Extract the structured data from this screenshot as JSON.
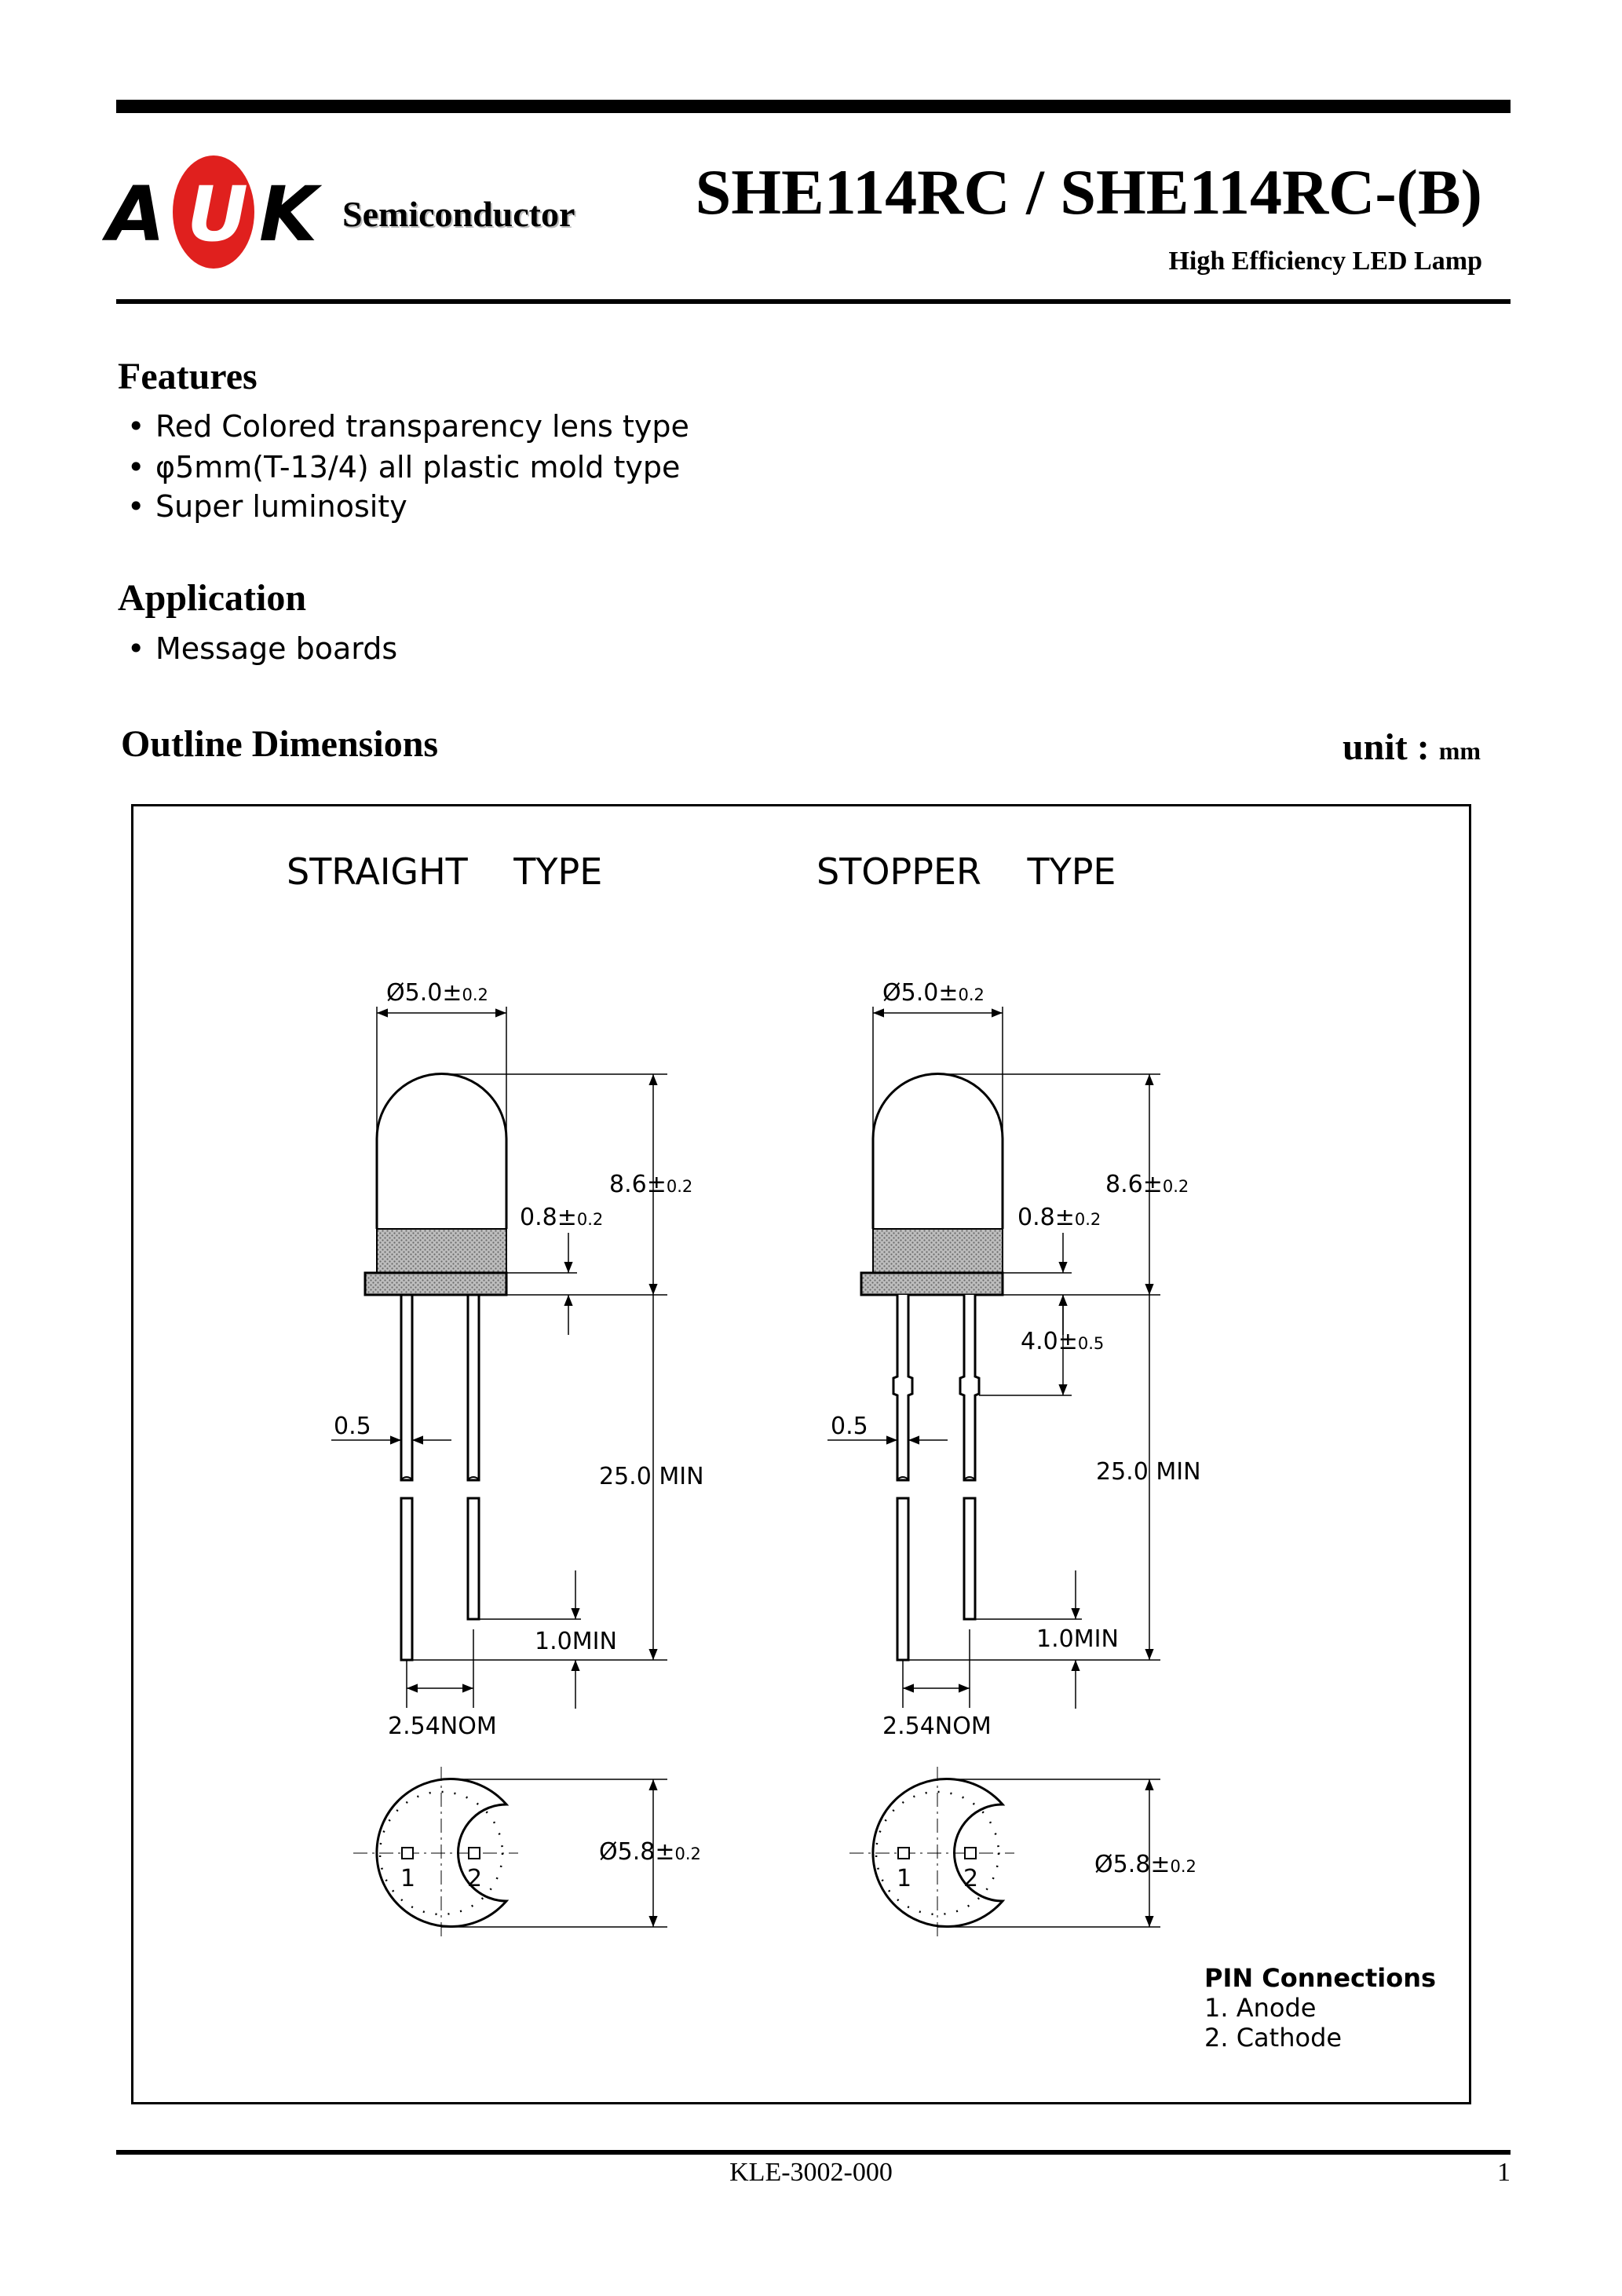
{
  "header": {
    "logo_letters": [
      "A",
      "U",
      "K"
    ],
    "brand_color": "#e0201e",
    "company": "Semiconductor",
    "title": "SHE114RC / SHE114RC-(B)",
    "subtitle": "High Efficiency LED Lamp"
  },
  "features": {
    "heading": "Features",
    "items": [
      "Red Colored transparency lens type",
      "φ5mm(T-13/4) all plastic mold type",
      "Super luminosity"
    ]
  },
  "application": {
    "heading": "Application",
    "items": [
      "Message boards"
    ]
  },
  "outline": {
    "heading": "Outline Dimensions",
    "unit_label": "unit :",
    "unit_value": "mm",
    "straight": {
      "type_label": "STRAIGHT    TYPE",
      "dia_top": "Ø5.0±",
      "tol_02": "0.2",
      "height": "8.6±",
      "flange": "0.8±",
      "lead_width": "0.5",
      "lead_length": "25.0 MIN",
      "lead_tip": "1.0MIN",
      "pitch": "2.54NOM",
      "dia_base": "Ø5.8±",
      "pin1": "1",
      "pin2": "2"
    },
    "stopper": {
      "type_label": "STOPPER    TYPE",
      "dia_top": "Ø5.0±",
      "tol_02": "0.2",
      "height": "8.6±",
      "flange": "0.8±",
      "stopper_pos": "4.0±",
      "tol_05": "0.5",
      "lead_width": "0.5",
      "lead_length": "25.0 MIN",
      "lead_tip": "1.0MIN",
      "pitch": "2.54NOM",
      "dia_base": "Ø5.8±",
      "pin1": "1",
      "pin2": "2"
    },
    "pins": {
      "title": "PIN Connections",
      "items": [
        "1. Anode",
        "2. Cathode"
      ]
    }
  },
  "footer": {
    "doc_code": "KLE-3002-000",
    "page": "1"
  }
}
